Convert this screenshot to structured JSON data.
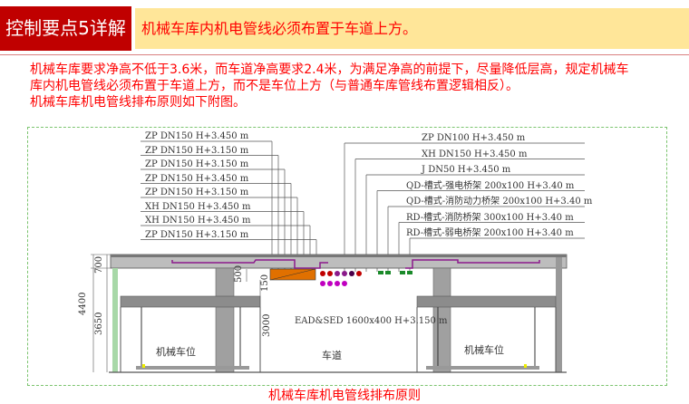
{
  "header": {
    "section": "控制要点5详解",
    "title": "机械车库内机电管线必须布置于车道上方。"
  },
  "body": {
    "lines": [
      "机械车库要求净高不低于3.6米，而车道净高要求2.4米，为满足净高的前提下，尽量降低层高，规定机械车",
      "库内机电管线必须布置于车道上方，而不是车位上方（与普通车库管线布置逻辑相反）。",
      "机械车库机电管线排布原则如下附图。"
    ]
  },
  "drawing": {
    "left_labels": [
      "ZP DN150 H+3.450 m",
      "ZP DN150 H+3.150 m",
      "ZP DN150 H+3.150 m",
      "ZP DN150 H+3.450 m",
      "ZP DN150 H+3.150 m",
      "XH DN150 H+3.450 m",
      "XH DN150 H+3.450 m",
      "ZP DN150 H+3.150 m"
    ],
    "right_labels": [
      "ZP DN100 H+3.450 m",
      "XH DN150 H+3.450 m",
      "J DN50 H+3.450 m",
      "QD-槽式-强电桥架 200x100 H+3.40 m",
      "QD-槽式-消防动力桥架 200x100 H+3.40 m",
      "RD-槽式-消防桥架 300x100 H+3.40 m",
      "RD-槽式-弱电桥架 200x100 H+3.40 m"
    ],
    "dims": {
      "total": "4400",
      "slab": "700",
      "clear": "3650",
      "duct_depth": "500",
      "gap": "150",
      "lane_clear": "3000"
    },
    "duct_label": "EAD&SED 1600x400 H+3.150 m",
    "left_space": "机械车位",
    "lane": "车道",
    "right_space": "机械车位",
    "colors": {
      "duct": "#e07000",
      "pipe": "#8b1a8b",
      "red_pipe": "#c00000",
      "green_tray": "#1a8a2a"
    }
  },
  "caption": "机械车库机电管线排布原则"
}
